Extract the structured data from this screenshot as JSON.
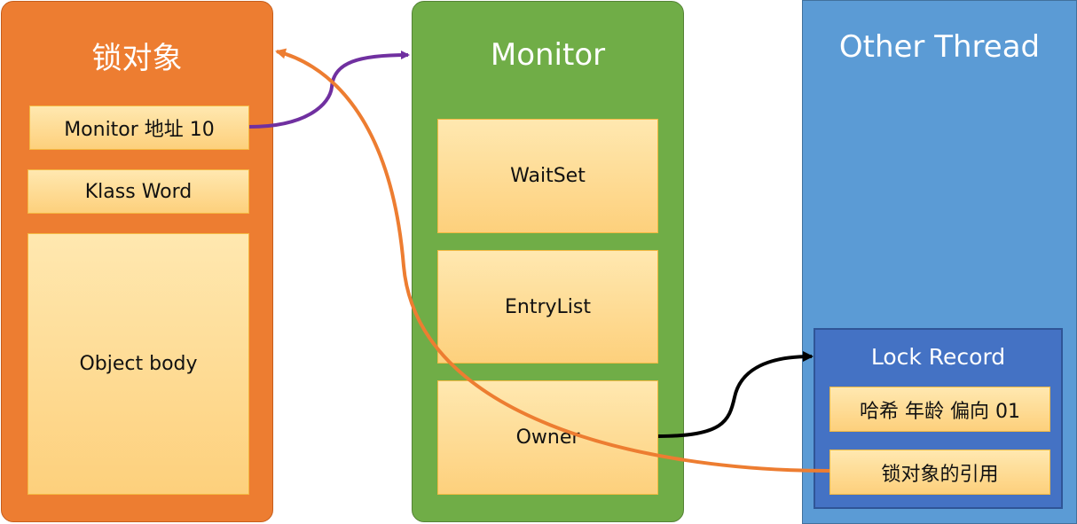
{
  "lock_object": {
    "title": "锁对象",
    "monitor_address": "Monitor 地址 10",
    "klass_word": "Klass Word",
    "object_body": "Object body"
  },
  "monitor": {
    "title": "Monitor",
    "wait_set": "WaitSet",
    "entry_list": "EntryList",
    "owner": "Owner"
  },
  "other_thread": {
    "title": "Other Thread",
    "lock_record": {
      "title": "Lock Record",
      "mark_word": "哈希 年龄 偏向 01",
      "object_reference": "锁对象的引用"
    }
  },
  "colors": {
    "lock_object_fill": "#ed7d31",
    "monitor_fill": "#70ad47",
    "thread_fill": "#5b9bd5",
    "lock_record_fill": "#4472c4",
    "cell_fill": "#fdd07c",
    "arrow_purple": "#7030a0",
    "arrow_orange": "#ed7d31",
    "arrow_black": "#000000"
  }
}
